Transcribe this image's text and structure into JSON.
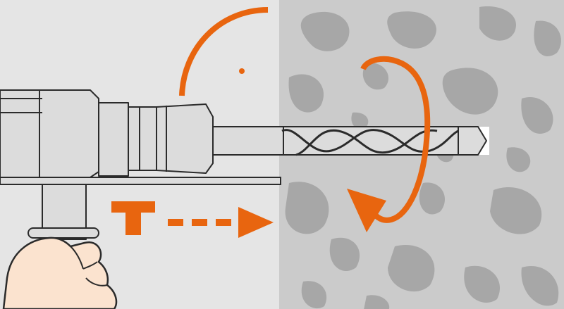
{
  "illustration": {
    "subject": "hammer-drill-bit-into-masonry-wall",
    "rotation_direction": "clockwise",
    "motion_direction": "right",
    "icons": {
      "hammer_action": "hammer-t-icon",
      "feed_arrow": "dashed-arrow-right-icon",
      "rotation": "rotation-arrow-icon",
      "angle_indicator": "arc-with-center-dot-icon"
    }
  },
  "colors": {
    "accent": "#e8650f",
    "background_left": "#e5e5e5",
    "wall": "#cbcbcb",
    "wall_spots": "#a7a7a7",
    "drill_body": "#dcdcdc",
    "outline": "#2b2b2b",
    "hand": "#fbe3cf"
  }
}
